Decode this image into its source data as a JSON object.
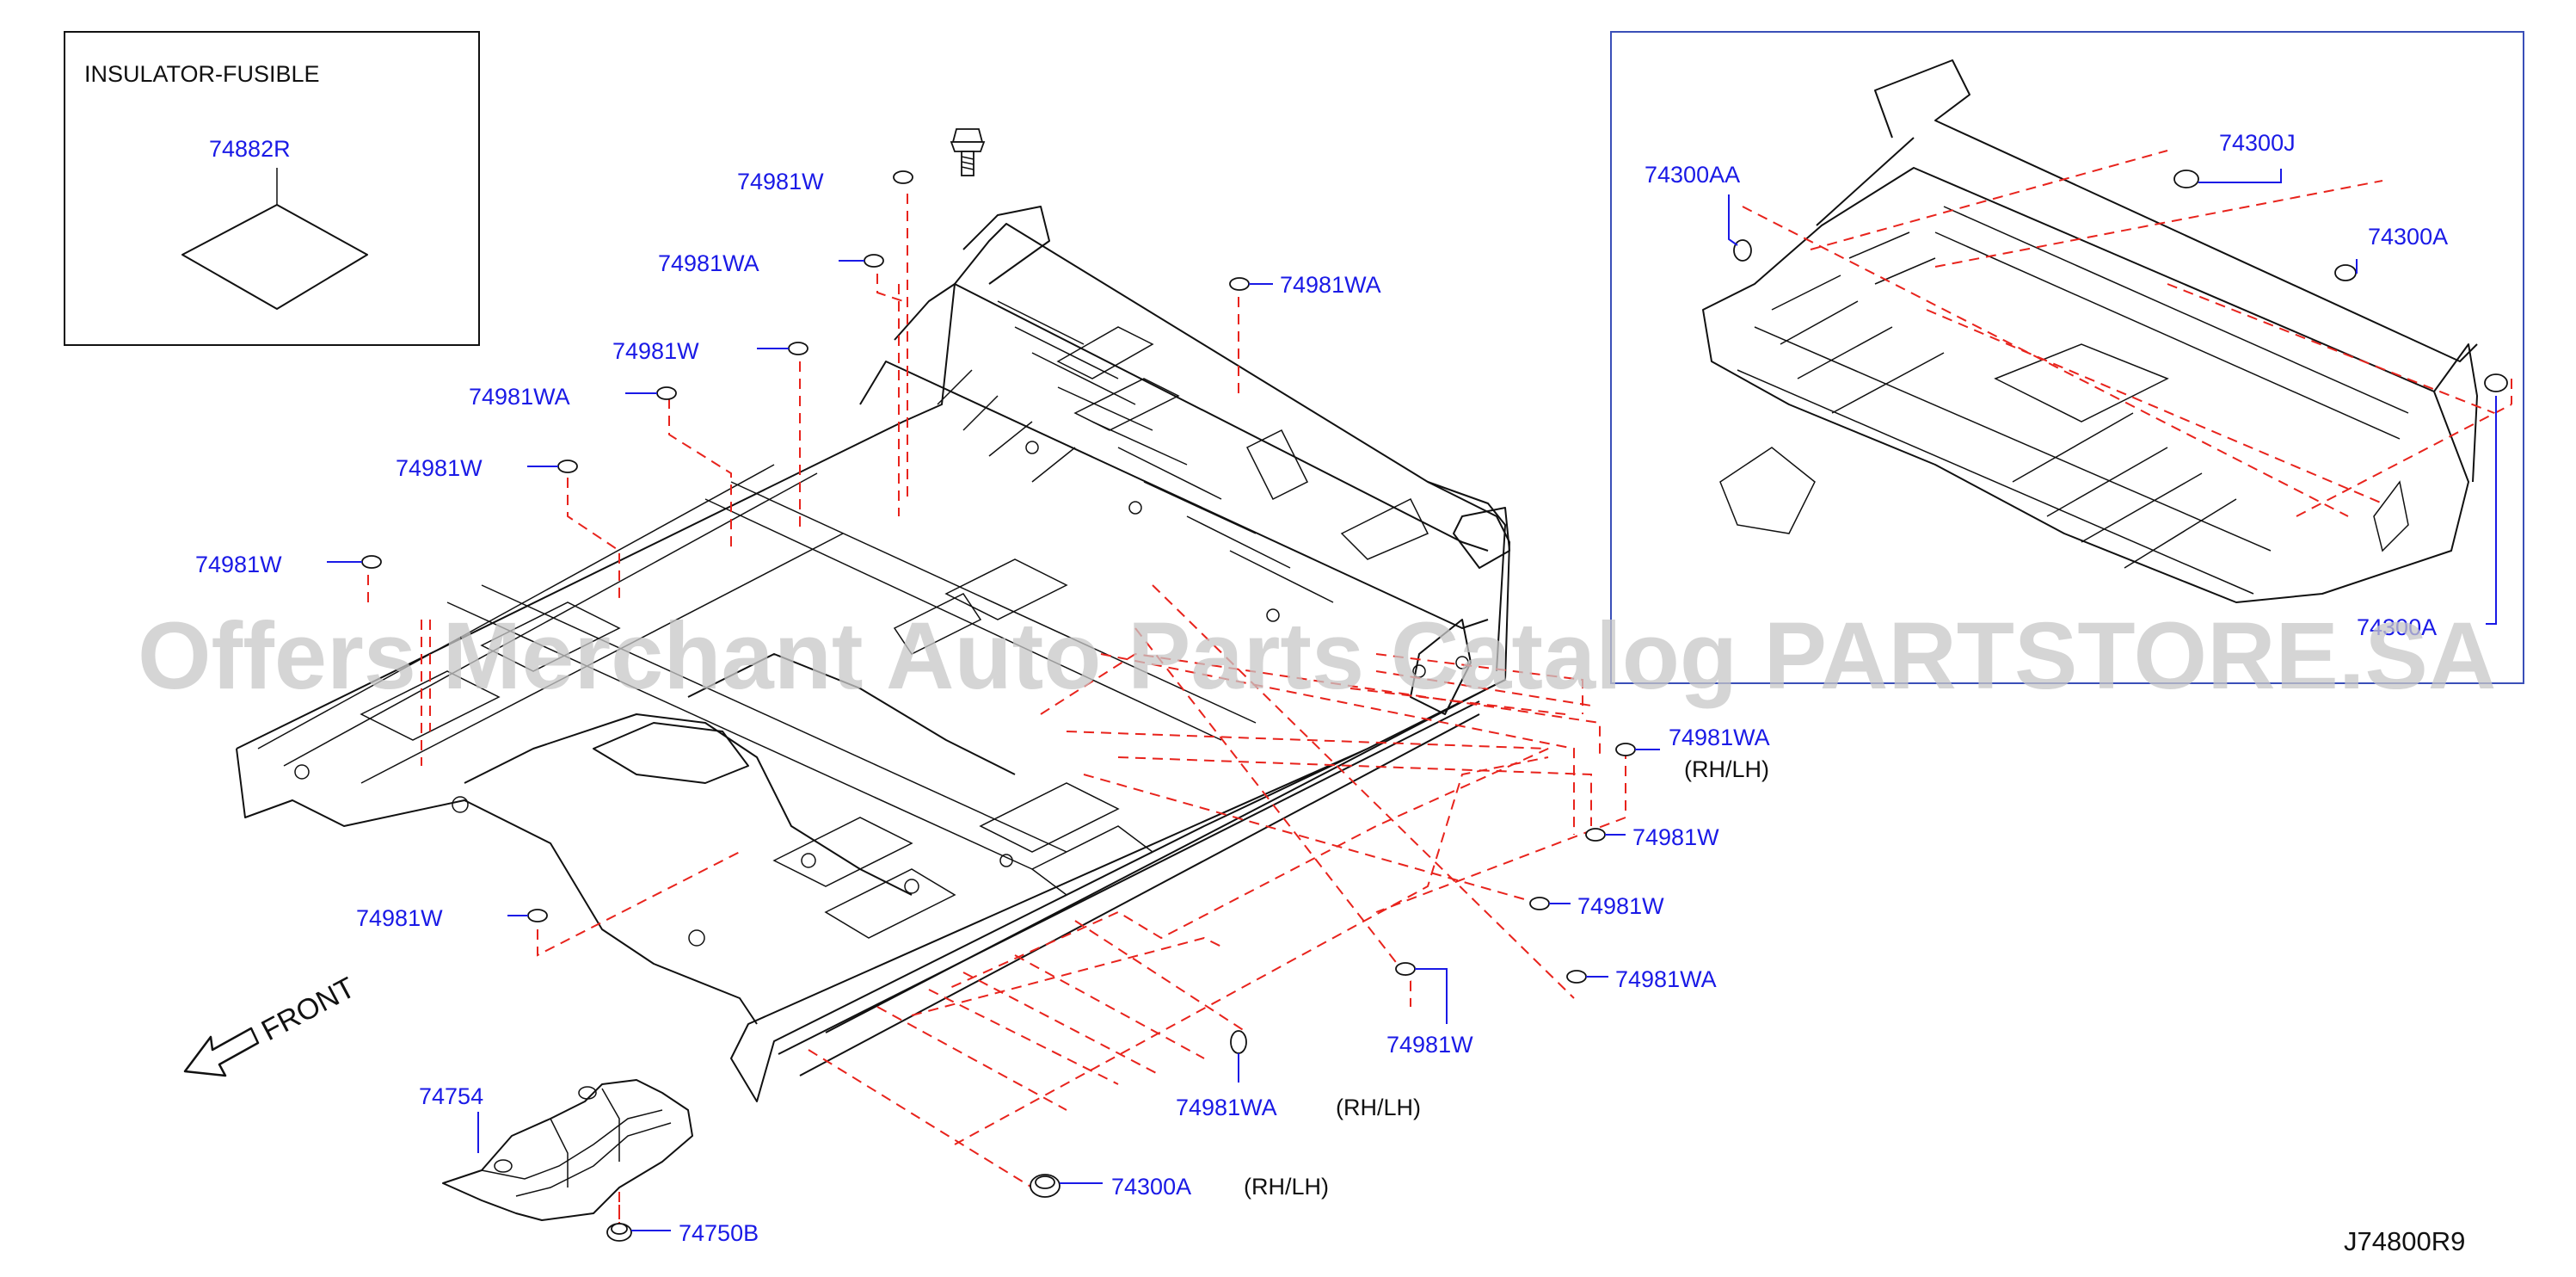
{
  "insulator_box": {
    "title": "INSULATOR-FUSIBLE",
    "part": "74882R"
  },
  "main_labels": [
    "74981W",
    "74981WA",
    "74981W",
    "74981WA",
    "74981W",
    "74981W",
    "74981WA",
    "74981WA",
    "74981W",
    "74981W",
    "74981W",
    "74981WA",
    "74981W",
    "74981WA",
    "74300A",
    "74754",
    "74750B"
  ],
  "notes": {
    "rh_lh_1": "(RH/LH)",
    "rh_lh_2": "(RH/LH)",
    "rh_lh_3": "(RH/LH)"
  },
  "inset_labels": {
    "aa": "74300AA",
    "j": "74300J",
    "a": "74300A",
    "partial": "74300A"
  },
  "front_label": "FRONT",
  "watermark": "Offers Merchant Auto Parts Catalog PARTSTORE.SA",
  "diagram_id": "J74800R9"
}
